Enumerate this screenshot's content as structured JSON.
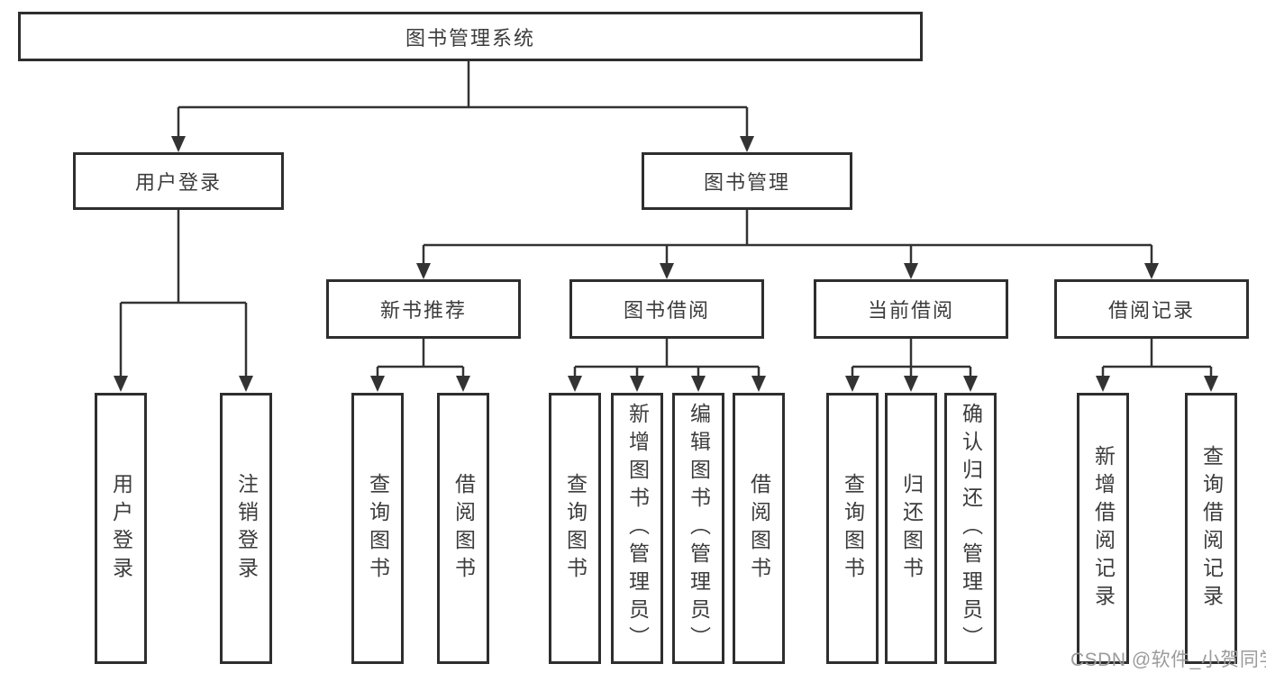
{
  "colors": {
    "line": "#333333",
    "border": "#2e2e2e",
    "text": "#3c3c3c",
    "watermark": "#9b9b9b",
    "background": "#ffffff"
  },
  "watermark": "CSDN @软件_小贺同学",
  "tree": {
    "label": "图书管理系统",
    "children": [
      {
        "label": "用户登录",
        "children": [
          {
            "label": "用户登录"
          },
          {
            "label": "注销登录"
          }
        ]
      },
      {
        "label": "图书管理",
        "children": [
          {
            "label": "新书推荐",
            "children": [
              {
                "label": "查询图书"
              },
              {
                "label": "借阅图书"
              }
            ]
          },
          {
            "label": "图书借阅",
            "children": [
              {
                "label": "查询图书"
              },
              {
                "label": "新增图书（管理员）"
              },
              {
                "label": "编辑图书（管理员）"
              },
              {
                "label": "借阅图书"
              }
            ]
          },
          {
            "label": "当前借阅",
            "children": [
              {
                "label": "查询图书"
              },
              {
                "label": "归还图书"
              },
              {
                "label": "确认归还（管理员）"
              }
            ]
          },
          {
            "label": "借阅记录",
            "children": [
              {
                "label": "新增借阅记录"
              },
              {
                "label": "查询借阅记录"
              }
            ]
          }
        ]
      }
    ]
  }
}
